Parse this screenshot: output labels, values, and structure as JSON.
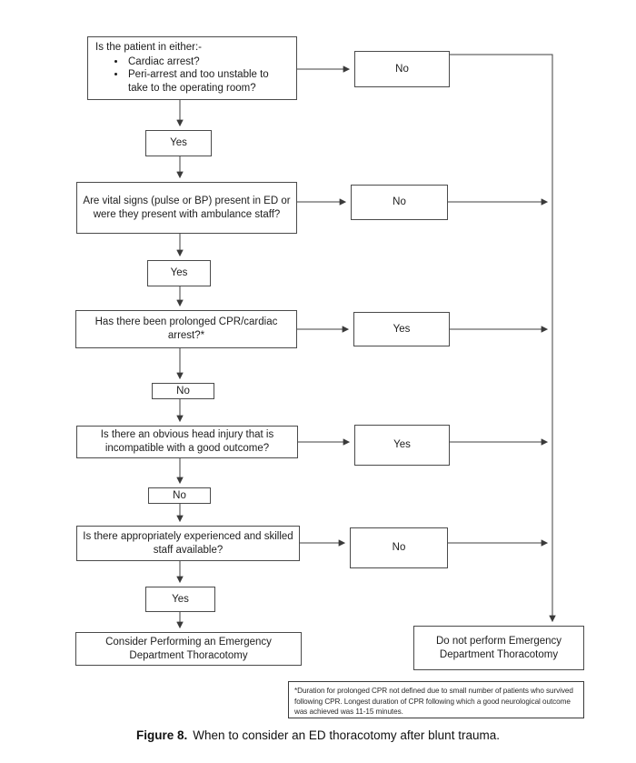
{
  "figure": {
    "caption_label": "Figure 8.",
    "caption_text": "When to consider an ED thoracotomy after blunt trauma."
  },
  "flowchart": {
    "questions": {
      "q1_intro": "Is the patient in either:-",
      "q1_bullet_1": "Cardiac arrest?",
      "q1_bullet_2": "Peri-arrest and too unstable to take to the operating room?",
      "q2": "Are vital signs (pulse or BP) present in ED or were they present with ambulance staff?",
      "q3": "Has there been prolonged CPR/cardiac arrest?*",
      "q4": "Is there an obvious head injury that is incompatible with a good outcome?",
      "q5": "Is there appropriately experienced and skilled staff available?"
    },
    "decision_labels": {
      "q1_down": "Yes",
      "q1_side": "No",
      "q2_down": "Yes",
      "q2_side": "No",
      "q3_down": "No",
      "q3_side": "Yes",
      "q4_down": "No",
      "q4_side": "Yes",
      "q5_down": "Yes",
      "q5_side": "No"
    },
    "outcomes": {
      "positive": "Consider Performing an Emergency Department Thoracotomy",
      "negative": "Do not perform Emergency Department Thoracotomy"
    },
    "footnote": "*Duration for prolonged CPR not defined due to small number of patients who survived following CPR. Longest duration of CPR following which a good neurological outcome was achieved was 11-15 minutes."
  },
  "colors": {
    "line": "#3f3f3f",
    "border": "#4a4a4a",
    "text": "#1d1d1d"
  }
}
